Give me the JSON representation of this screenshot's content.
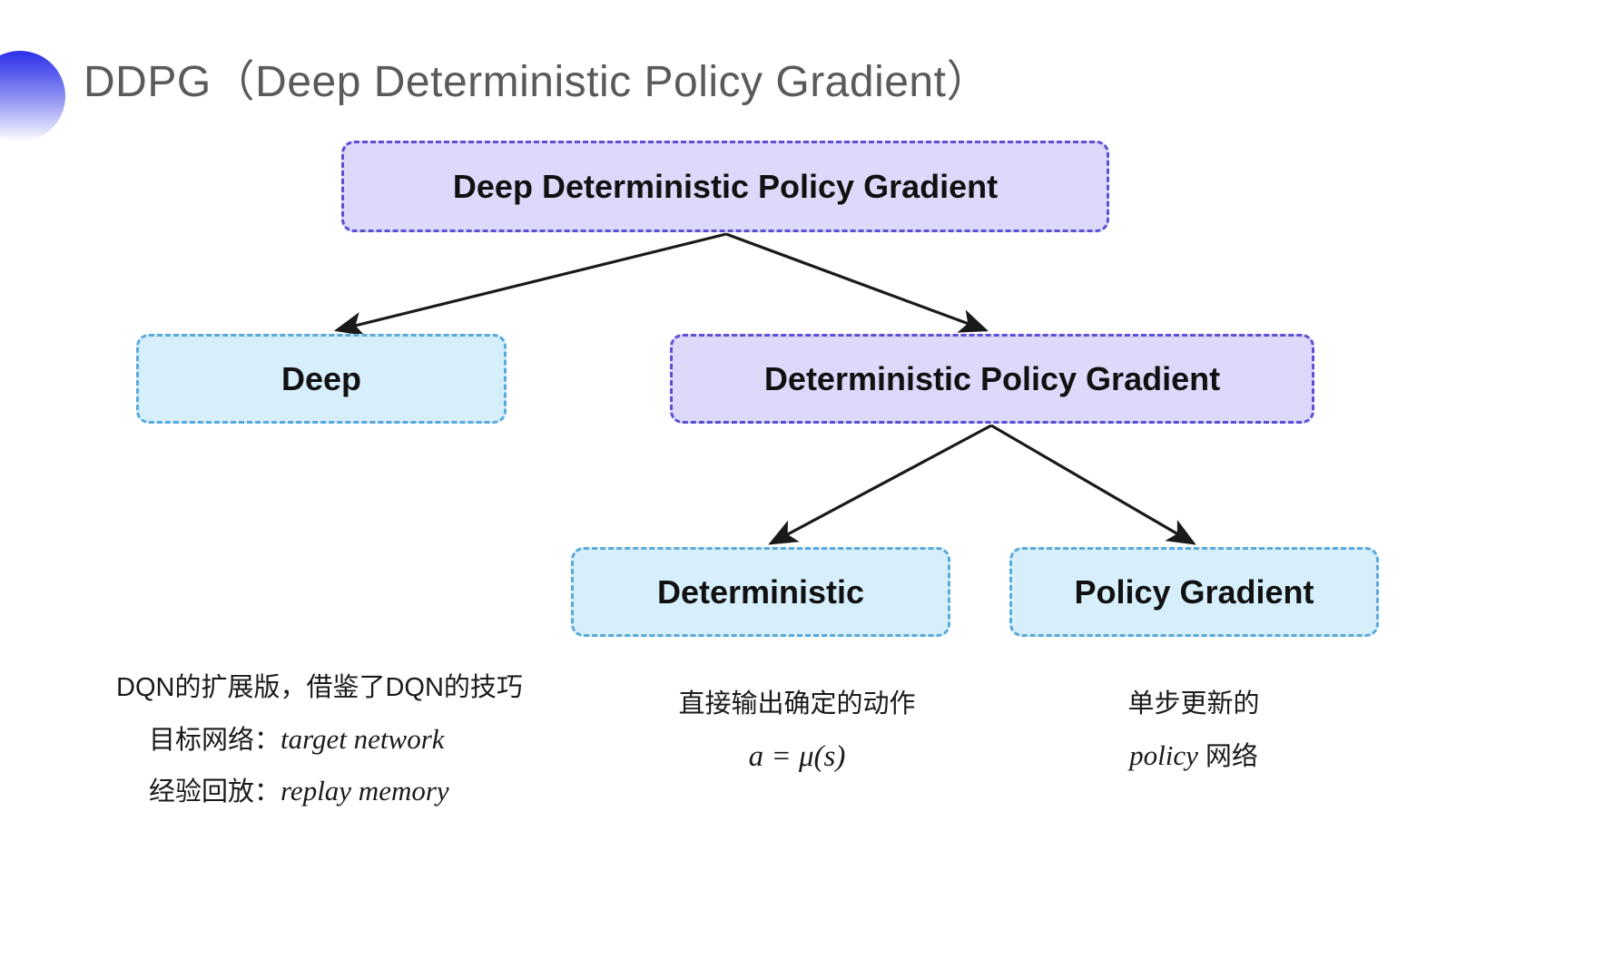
{
  "slide": {
    "title": "DDPG（Deep Deterministic Policy Gradient）",
    "background_color": "#ffffff",
    "title_color": "#5a5a5a",
    "decoration_icon": "half-circle-gradient-icon"
  },
  "colors": {
    "purple_fill": "#ddd9fa",
    "purple_border": "#5b4fd4",
    "blue_fill": "#d6effb",
    "blue_border": "#5aa9dd",
    "arrow": "#1a1a1a"
  },
  "diagram": {
    "nodes": {
      "root": {
        "label": "Deep Deterministic Policy Gradient",
        "style": "purple"
      },
      "deep": {
        "label": "Deep",
        "style": "blue"
      },
      "dpg": {
        "label": "Deterministic Policy Gradient",
        "style": "purple"
      },
      "deterministic": {
        "label": "Deterministic",
        "style": "blue"
      },
      "policy_gradient": {
        "label": "Policy Gradient",
        "style": "blue"
      }
    },
    "edges": [
      {
        "from": "root",
        "to": "deep"
      },
      {
        "from": "root",
        "to": "dpg"
      },
      {
        "from": "dpg",
        "to": "deterministic"
      },
      {
        "from": "dpg",
        "to": "policy_gradient"
      }
    ]
  },
  "captions": {
    "deep": {
      "line1": "DQN的扩展版，借鉴了DQN的技巧",
      "line2_label": "目标网络：",
      "line2_term": "target network",
      "line3_label": "经验回放：",
      "line3_term": "replay memory"
    },
    "deterministic": {
      "line1": "直接输出确定的动作",
      "formula": "a = μ(s)"
    },
    "policy_gradient": {
      "line1": "单步更新的",
      "line2_term": "policy",
      "line2_suffix": " 网络"
    }
  }
}
